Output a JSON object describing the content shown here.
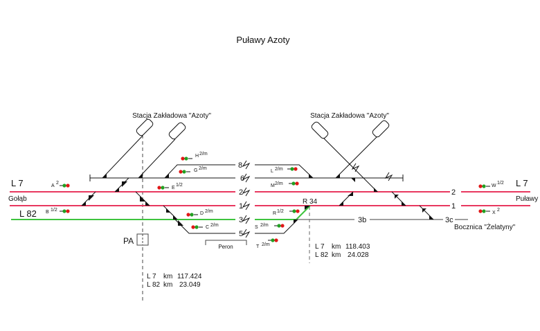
{
  "title": "Puławy Azoty",
  "colors": {
    "l7_track": "#e8375f",
    "l82_track": "#3ec43e",
    "station_track": "#222222",
    "siding_track": "#808080",
    "signal_red": "#e01818",
    "signal_green": "#22a022"
  },
  "industrial_station_left": "Stacja Zakładowa \"Azoty\"",
  "industrial_station_right": "Stacja Zakładowa \"Azoty\"",
  "left_side": {
    "line_l7": "L 7",
    "line_l82": "L 82",
    "destination": "Gołąb"
  },
  "right_side": {
    "line_l7": "L 7",
    "destination": "Puławy",
    "siding": "Bocznica \"Żelatyny\""
  },
  "tracks": {
    "t8": "8",
    "t6": "6",
    "t2": "2",
    "t1": "1",
    "t3": "3",
    "t5": "5",
    "t2_right": "2",
    "t1_right": "1",
    "t3b": "3b",
    "t3c": "3c"
  },
  "signals": {
    "A": {
      "name": "A",
      "sup": "2"
    },
    "B": {
      "name": "B",
      "sup": "1/2"
    },
    "E": {
      "name": "E",
      "sup": "1/2"
    },
    "H": {
      "name": "H",
      "sup": "2/m"
    },
    "G": {
      "name": "G",
      "sup": "2/m"
    },
    "D": {
      "name": "D",
      "sup": "2/m"
    },
    "C": {
      "name": "C",
      "sup": "2/m"
    },
    "L": {
      "name": "L",
      "sup": "2/m"
    },
    "M": {
      "name": "M",
      "sup": "2/m"
    },
    "R": {
      "name": "R",
      "sup": "1/2"
    },
    "S": {
      "name": "S",
      "sup": "2/m"
    },
    "T": {
      "name": "T",
      "sup": "2/m"
    },
    "W": {
      "name": "W",
      "sup": "1/2"
    },
    "X": {
      "name": "X",
      "sup": "2"
    }
  },
  "platform": "Peron",
  "post_pa": "PA",
  "post_r34": "R 34",
  "km_left": {
    "l7_label": "L 7",
    "l7_km": "km",
    "l7_value": "117.424",
    "l82_label": "L 82",
    "l82_km": "km",
    "l82_value": "23.049"
  },
  "km_right": {
    "l7_label": "L 7",
    "l7_km": "km",
    "l7_value": "118.403",
    "l82_label": "L 82",
    "l82_km": "km",
    "l82_value": "24.028"
  }
}
